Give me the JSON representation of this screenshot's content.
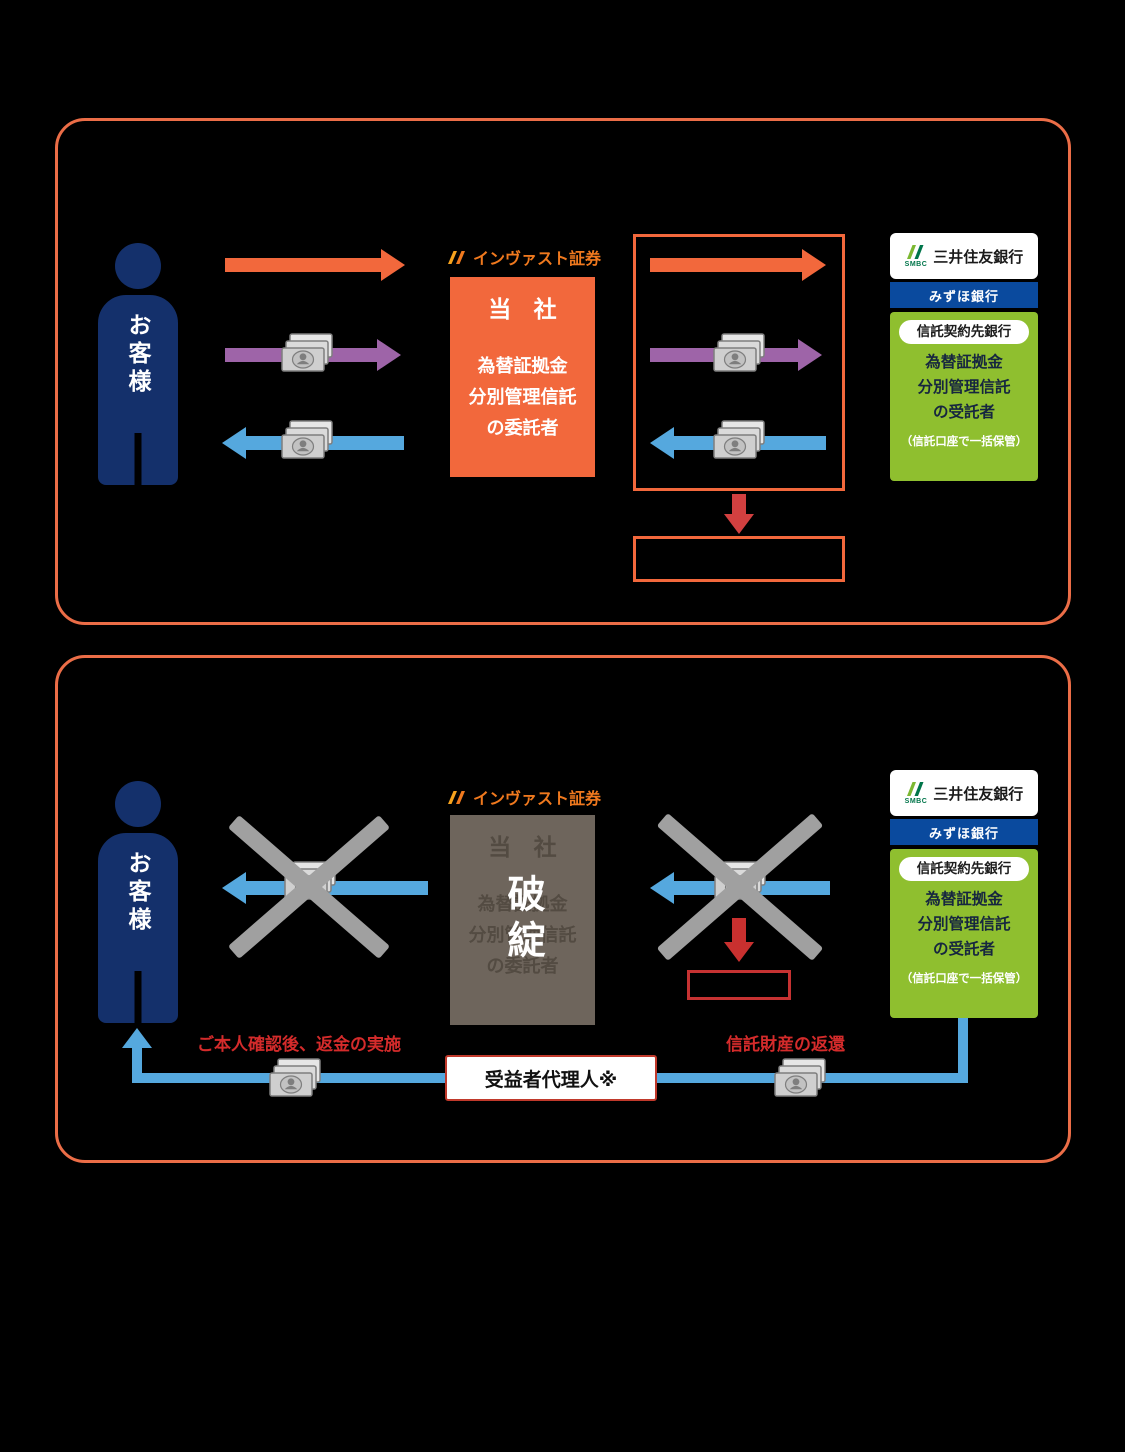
{
  "shared": {
    "customer": "お客様",
    "logo": "インヴァスト証券",
    "company": {
      "title": "当 社",
      "line1": "為替証拠金",
      "line2": "分別管理信託",
      "line3": "の委託者"
    },
    "bank": {
      "smbc_mark": "SMBC",
      "smbc_name": "三井住友銀行",
      "mizuho_name": "みずほ銀行",
      "pill": "信託契約先銀行",
      "line1": "為替証拠金",
      "line2": "分別管理信託",
      "line3": "の受託者",
      "note": "（信託口座で一括保管）"
    }
  },
  "bottom": {
    "bankruptcy": "破綻",
    "agent": "受益者代理人※",
    "refund_note": "ご本人確認後、返金の実施",
    "trust_return_note": "信託財産の返還"
  },
  "icons": {
    "customer-person-icon": "navy-silhouette",
    "money-icon": "gray-banknotes-with-portrait",
    "smbc-logo-icon": "green-rising-mark",
    "invast-logo-icon": "orange-double-slash",
    "cross-x-icon": "gray-x",
    "down-arrow-icon": "red-arrow",
    "up-arrow-icon": "blue-arrow"
  },
  "colors": {
    "panel_border": "#EB6D47",
    "company_orange": "#F2683C",
    "arrow_purple": "#9E64A8",
    "arrow_blue": "#55A8DE",
    "arrow_red": "#D24040",
    "person_navy": "#14306B",
    "bank_green": "#8FBF2F",
    "mizuho_blue": "#0A4A9E",
    "smbc_green": "#00754A",
    "invast_orange": "#F0791E",
    "bankrupt_gray": "#6E655C",
    "cross_gray": "#A0A0A0"
  }
}
